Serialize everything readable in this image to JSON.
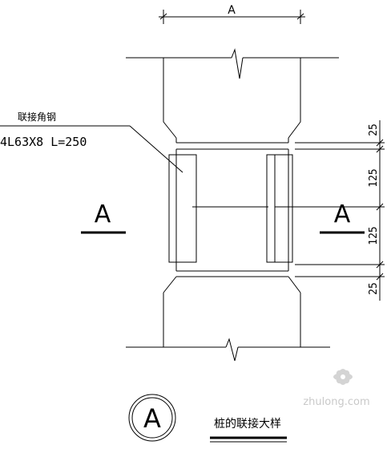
{
  "drawing": {
    "width_label": "A",
    "connector_label": "联接角钢",
    "connector_spec": "4L63X8  L=250",
    "section_mark_left": "A",
    "section_mark_right": "A",
    "dimensions": [
      "25",
      "125",
      "125",
      "25"
    ],
    "detail_symbol": "A",
    "title": "桩的联接大样"
  },
  "watermark": {
    "text": "zhulong.com"
  }
}
